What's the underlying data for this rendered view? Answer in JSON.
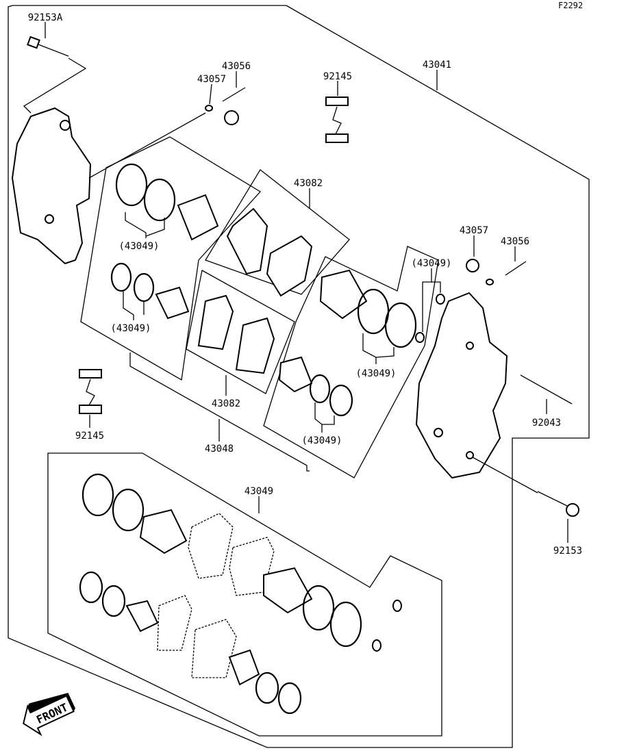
{
  "diagram_code": "F2292",
  "labels": {
    "bolt_top": "92153A",
    "bleeder_top": "43056",
    "cap_top": "43057",
    "pin_top": "92145",
    "caliper_assy": "43041",
    "pad_set_top": "43082",
    "seal_kit_a": "(43049)",
    "cap_right": "43057",
    "bleeder_right": "43056",
    "seal_kit_b": "(43049)",
    "seal_kit_c": "(43049)",
    "seal_kit_d": "(43049)",
    "pad_set_bottom": "43082",
    "pin_left": "92145",
    "piston_kit": "43048",
    "seal_kit_e": "(43049)",
    "pad_pin": "92043",
    "seal_kit": "43049",
    "bolt_bottom": "92153",
    "front": "FRONT"
  }
}
